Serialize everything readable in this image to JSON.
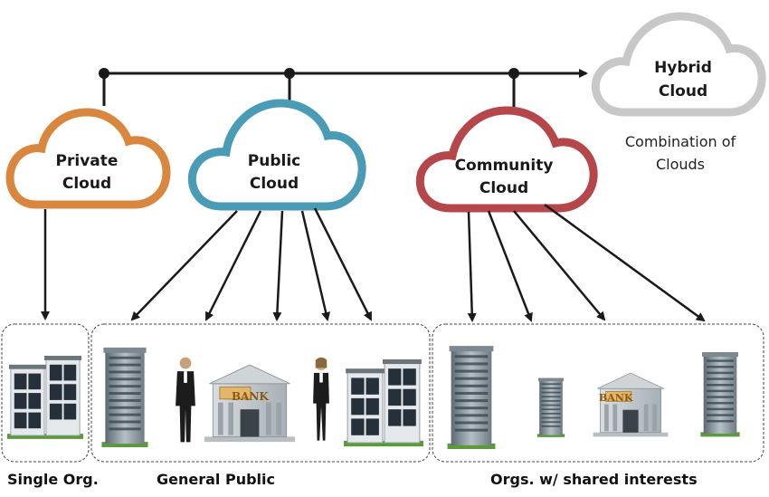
{
  "clouds": {
    "private": {
      "line1": "Private",
      "line2": "Cloud",
      "color": "#d9873f"
    },
    "public": {
      "line1": "Public",
      "line2": "Cloud",
      "color": "#4a9bb5"
    },
    "community": {
      "line1": "Community",
      "line2": "Cloud",
      "color": "#b5474a"
    },
    "hybrid": {
      "line1": "Hybrid",
      "line2": "Cloud",
      "color": "#c8c8c8"
    }
  },
  "hybrid_caption": {
    "line1": "Combination of",
    "line2": "Clouds"
  },
  "groups": {
    "single": "Single Org.",
    "general": "General Public",
    "community": "Orgs. w/ shared interests"
  },
  "bank_sign": "BANK",
  "colors": {
    "line": "#1a1a1a",
    "building": "#8c9aa3",
    "window": "#2a3540",
    "grass": "#5a9a3a"
  }
}
